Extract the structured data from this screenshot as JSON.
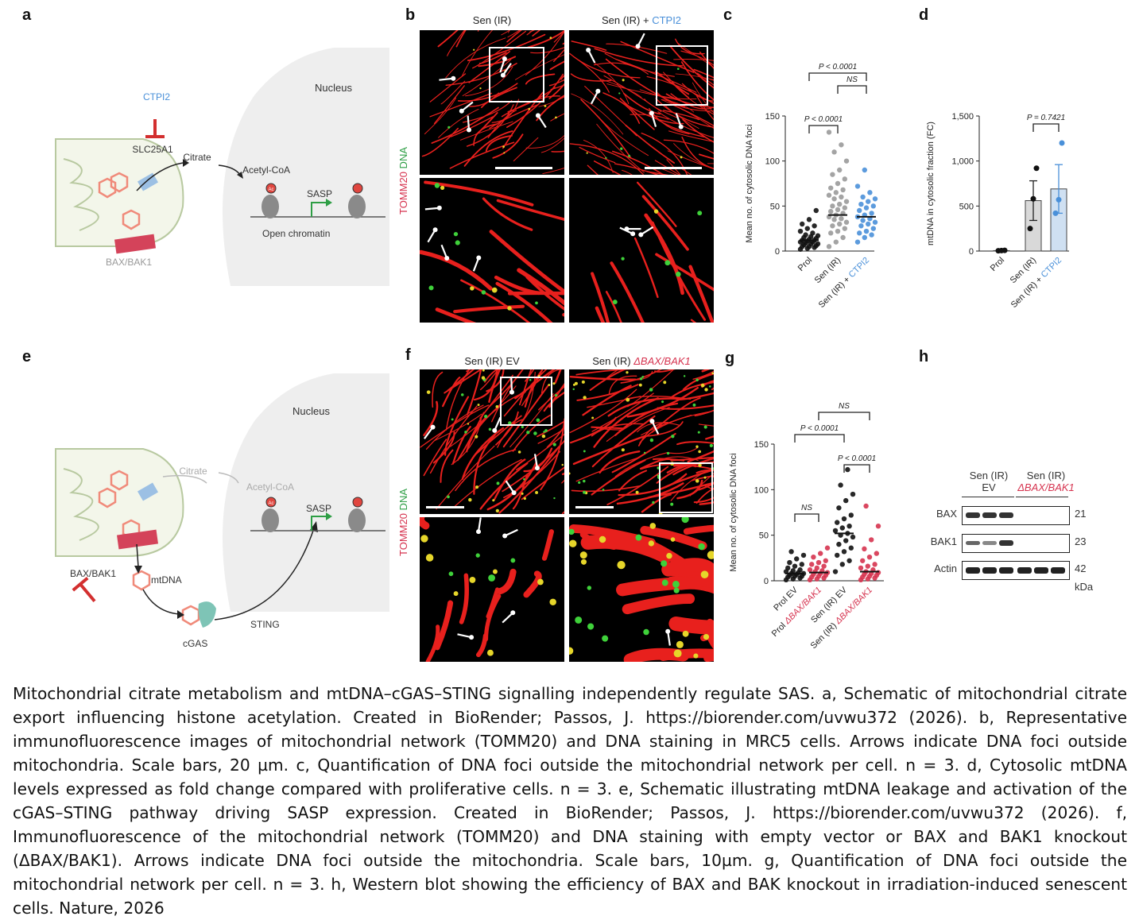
{
  "panel_labels": {
    "a": "a",
    "b": "b",
    "c": "c",
    "d": "d",
    "e": "e",
    "f": "f",
    "g": "g",
    "h": "h"
  },
  "schematic_a": {
    "nucleus": "Nucleus",
    "inhibitor": "CTPI2",
    "transporter": "SLC25A1",
    "citrate": "Citrate",
    "acetyl_coa": "Acetyl-CoA",
    "sasp": "SASP",
    "open_chromatin": "Open chromatin",
    "bax_bak1": "BAX/BAK1",
    "ac": "Ac"
  },
  "schematic_e": {
    "nucleus": "Nucleus",
    "citrate": "Citrate",
    "acetyl_coa": "Acetyl-CoA",
    "sasp": "SASP",
    "bax_bak1": "BAX/BAK1",
    "mtdna": "mtDNA",
    "cgas": "cGAS",
    "sting": "STING",
    "ac": "Ac"
  },
  "panel_b": {
    "col1": "Sen (IR)",
    "col2_prefix": "Sen (IR) + ",
    "col2_highlight": "CTPI2",
    "ylabel_red": "TOMM20",
    "ylabel_green": "DNA"
  },
  "panel_f": {
    "col1": "Sen (IR) EV",
    "col2_prefix": "Sen (IR) ",
    "col2_highlight": "ΔBAX/BAK1",
    "ylabel_red": "TOMM20",
    "ylabel_green": "DNA"
  },
  "panel_h": {
    "group1_line1": "Sen (IR)",
    "group1_line2": "EV",
    "group2_line1": "Sen (IR)",
    "group2_line2": "ΔBAX/BAK1",
    "rows": [
      {
        "label": "BAX",
        "kda": "21"
      },
      {
        "label": "BAK1",
        "kda": "23"
      },
      {
        "label": "Actin",
        "kda": "42"
      }
    ],
    "unit": "kDa"
  },
  "colors": {
    "red": "#d6334f",
    "blue": "#4a90d9",
    "grey": "#9a9a9a",
    "black": "#111111"
  },
  "chart_data": [
    {
      "panel": "c",
      "type": "scatter",
      "ylabel": "Mean no. of cytosolic DNA foci",
      "ylim": [
        0,
        150
      ],
      "yticks": [
        "0",
        "50",
        "100",
        "150"
      ],
      "categories": [
        "Prol",
        "Sen (IR)",
        "Sen (IR) + CTPI2"
      ],
      "category_highlight": [
        "",
        "",
        "CTPI2"
      ],
      "medians": [
        12,
        40,
        38
      ],
      "points": [
        [
          2,
          3,
          4,
          5,
          5,
          6,
          7,
          8,
          8,
          9,
          10,
          10,
          11,
          12,
          12,
          13,
          14,
          15,
          16,
          17,
          18,
          20,
          22,
          25,
          28,
          30,
          35,
          45
        ],
        [
          5,
          10,
          15,
          20,
          22,
          25,
          28,
          30,
          32,
          35,
          36,
          38,
          40,
          42,
          44,
          46,
          48,
          50,
          52,
          55,
          58,
          60,
          62,
          65,
          68,
          70,
          75,
          80,
          85,
          90,
          100,
          110,
          118,
          132
        ],
        [
          10,
          15,
          18,
          20,
          22,
          25,
          28,
          30,
          32,
          34,
          36,
          38,
          40,
          42,
          45,
          48,
          50,
          52,
          55,
          58,
          60,
          65,
          72,
          90
        ]
      ],
      "brackets": [
        {
          "from": 0,
          "to": 2,
          "label": "P < 0.0001"
        },
        {
          "from": 1,
          "to": 2,
          "label": "NS"
        },
        {
          "from": 0,
          "to": 1,
          "label": "P < 0.0001"
        }
      ]
    },
    {
      "panel": "d",
      "type": "bar",
      "ylabel": "mtDNA in cytosolic fraction (FC)",
      "ylim": [
        0,
        1500
      ],
      "yticks": [
        "0",
        "500",
        "1,000",
        "1,500"
      ],
      "categories": [
        "Prol",
        "Sen (IR)",
        "Sen (IR) + CTPI2"
      ],
      "category_highlight": [
        "",
        "",
        "CTPI2"
      ],
      "values": [
        5,
        560,
        690
      ],
      "errors": [
        2,
        220,
        270
      ],
      "points": [
        [
          3,
          5,
          8
        ],
        [
          250,
          580,
          920
        ],
        [
          420,
          570,
          1200
        ]
      ],
      "brackets": [
        {
          "from": 1,
          "to": 2,
          "label": "P = 0.7421"
        }
      ]
    },
    {
      "panel": "g",
      "type": "scatter",
      "ylabel": "Mean no. of cytosolic DNA foci",
      "ylim": [
        0,
        150
      ],
      "yticks": [
        "0",
        "50",
        "100",
        "150"
      ],
      "categories": [
        "Prol EV",
        "Prol ΔBAX/BAK1",
        "Sen (IR) EV",
        "Sen (IR) ΔBAX/BAK1"
      ],
      "category_highlight": [
        "",
        "ΔBAX/BAK1",
        "",
        "ΔBAX/BAK1"
      ],
      "medians": [
        8,
        9,
        52,
        10
      ],
      "points": [
        [
          1,
          2,
          3,
          4,
          5,
          5,
          6,
          7,
          8,
          8,
          9,
          10,
          11,
          12,
          14,
          16,
          18,
          20,
          24,
          28,
          32
        ],
        [
          1,
          2,
          3,
          4,
          5,
          6,
          7,
          8,
          9,
          10,
          11,
          12,
          14,
          16,
          18,
          20,
          22,
          26,
          30,
          36
        ],
        [
          10,
          18,
          22,
          28,
          32,
          36,
          40,
          44,
          48,
          50,
          52,
          55,
          58,
          60,
          64,
          68,
          72,
          80,
          88,
          95,
          105,
          122
        ],
        [
          1,
          2,
          3,
          4,
          5,
          6,
          7,
          8,
          9,
          10,
          12,
          14,
          16,
          18,
          22,
          26,
          30,
          35,
          45,
          60,
          82
        ]
      ],
      "brackets": [
        {
          "from": 1,
          "to": 3,
          "label": "NS"
        },
        {
          "from": 0,
          "to": 2,
          "label": "P < 0.0001"
        },
        {
          "from": 2,
          "to": 3,
          "label": "P < 0.0001"
        },
        {
          "from": 0,
          "to": 1,
          "label": "NS"
        }
      ]
    }
  ],
  "caption": "Mitochondrial citrate metabolism and mtDNA–cGAS–STING signalling independently regulate SAS. a, Schematic of mitochondrial citrate export influencing histone acetylation. Created in BioRender; Passos, J. https://biorender.com/uvwu372 (2026). b, Representative immunofluorescence images of mitochondrial network (TOMM20) and DNA staining in MRC5 cells. Arrows indicate DNA foci outside mitochondria. Scale bars, 20 µm. c, Quantification of DNA foci outside the mitochondrial network per cell. n = 3. d, Cytosolic mtDNA levels expressed as fold change compared with proliferative cells. n = 3. e, Schematic illustrating mtDNA leakage and activation of the cGAS–STING pathway driving SASP expression. Created in BioRender; Passos, J. https://biorender.com/uvwu372 (2026). f, Immunofluorescence of the mitochondrial network (TOMM20) and DNA staining with empty vector or BAX and BAK1 knockout (ΔBAX/BAK1). Arrows indicate DNA foci outside the mitochondria. Scale bars, 10µm. g, Quantification of DNA foci outside the mitochondrial network per cell. n = 3. h, Western blot showing the efficiency of BAX and BAK knockout in irradiation-induced senescent cells. Nature, 2026"
}
